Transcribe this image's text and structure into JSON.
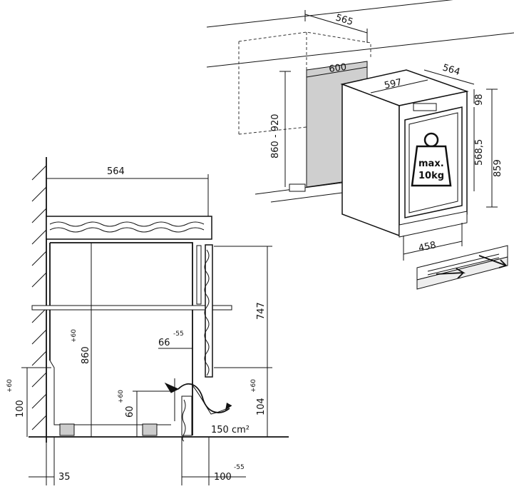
{
  "dimensions": {
    "top_565": "565",
    "top_600": "600",
    "top_564": "564",
    "top_597": "597",
    "top_98": "98",
    "top_568_5": "568,5",
    "top_859": "859",
    "top_860_920": "860 - 920",
    "top_458": "458",
    "side_564": "564",
    "side_747": "747",
    "side_860": "860",
    "side_860_tol": "+60",
    "side_66": "66",
    "side_66_tol": "-55",
    "side_100_left": "100",
    "side_100_left_tol": "+60",
    "side_60": "60",
    "side_60_tol": "+60",
    "side_104": "104",
    "side_104_tol": "+60",
    "side_35": "35",
    "side_100_bottom": "100",
    "side_100_bottom_tol": "-55",
    "vent_area": "150 cm²"
  },
  "weight_badge": {
    "line1": "max.",
    "line2": "10kg"
  }
}
